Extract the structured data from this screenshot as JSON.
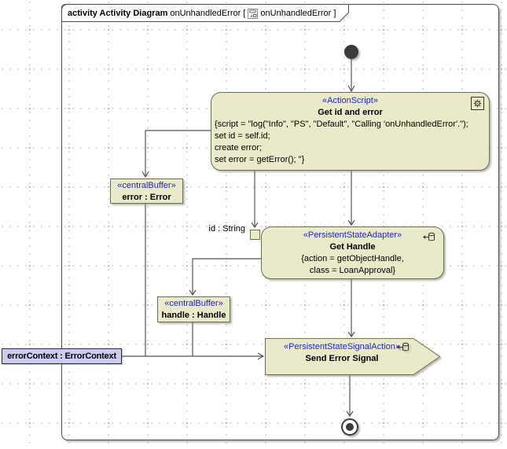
{
  "colors": {
    "node_fill": "#eaeacb",
    "node_border": "#6e6e55",
    "stereotype_text": "#2222cc",
    "error_context_fill": "#ccccf2",
    "edge": "#555555",
    "grid_dot": "#d6d6d6"
  },
  "frame_tab": {
    "keyword_label": "activity Activity Diagram",
    "diagram_name": "onUnhandledError [",
    "diagram_ref": "onUnhandledError ]",
    "icon": "activity-diagram-icon"
  },
  "nodes": {
    "initial": {
      "type": "initial-node"
    },
    "action_script": {
      "stereotype": "«ActionScript»",
      "name": "Get id and error",
      "body_lines": [
        "{script = \"log(\"Info\", \"PS\", \"Default\", \"Calling 'onUnhandledError'.\");",
        "set id = self.id;",
        "create error;",
        "set error = getError(); \"}"
      ],
      "icon": "gear-icon"
    },
    "error_buffer": {
      "stereotype": "«centralBuffer»",
      "name": "error : Error"
    },
    "adapter": {
      "stereotype": "«PersistentStateAdapter»",
      "name": "Get Handle",
      "body_lines": [
        "{action = getObjectHandle,",
        "class = LoanApproval}"
      ],
      "icon": "database-arrow-icon"
    },
    "handle_buffer": {
      "stereotype": "«centralBuffer»",
      "name": "handle : Handle"
    },
    "send_signal": {
      "stereotype": "«PersistentStateSignalAction»",
      "name": "Send Error Signal",
      "icon": "database-arrow-icon"
    },
    "final": {
      "type": "activity-final-node"
    }
  },
  "labels": {
    "pin_label": "id : String",
    "error_context": "errorContext : ErrorContext"
  }
}
